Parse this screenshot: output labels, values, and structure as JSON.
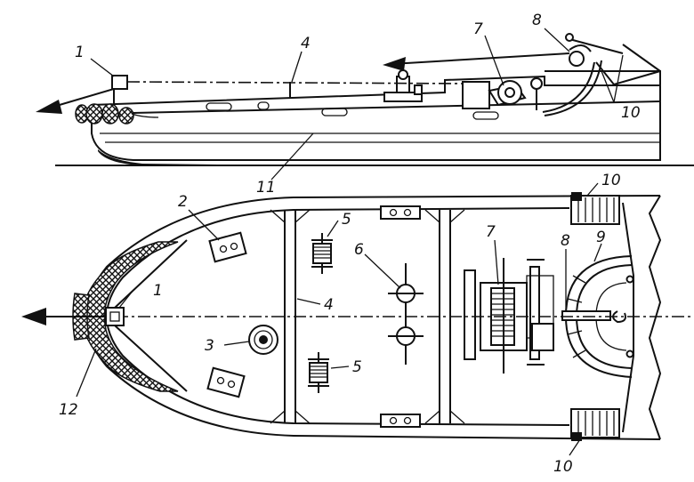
{
  "callouts": {
    "side_1": "1",
    "side_4": "4",
    "side_7": "7",
    "side_8": "8",
    "side_10": "10",
    "side_11": "11",
    "plan_1": "1",
    "plan_2": "2",
    "plan_3": "3",
    "plan_4": "4",
    "plan_5a": "5",
    "plan_5b": "5",
    "plan_6": "6",
    "plan_7": "7",
    "plan_8": "8",
    "plan_9": "9",
    "plan_10a": "10",
    "plan_10b": "10",
    "plan_12": "12"
  }
}
